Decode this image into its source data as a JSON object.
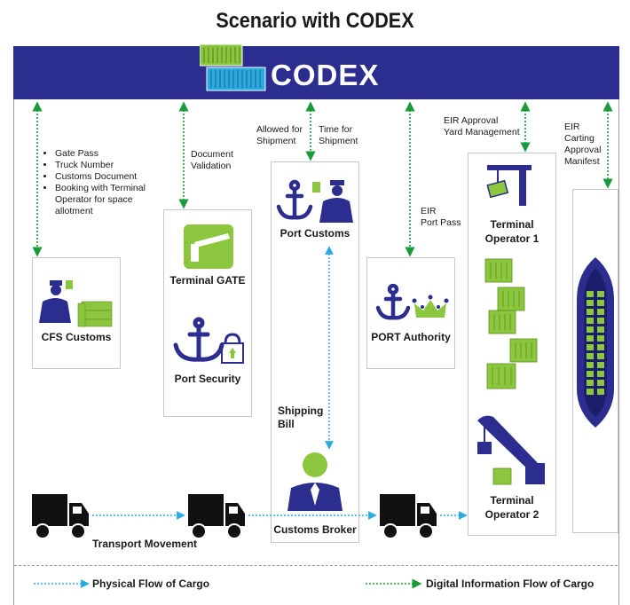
{
  "title": "Scenario with CODEX",
  "banner": {
    "logo_text": "CODEX"
  },
  "nodes": {
    "cfs_customs": "CFS Customs",
    "terminal_gate": "Terminal GATE",
    "port_security": "Port Security",
    "port_customs": "Port Customs",
    "port_authority": "PORT Authority",
    "terminal_operator_1_line1": "Terminal",
    "terminal_operator_1_line2": "Operator  1",
    "terminal_operator_2_line1": "Terminal",
    "terminal_operator_2_line2": "Operator  2",
    "customs_broker": "Customs Broker"
  },
  "notes": {
    "cfs_list": [
      "Gate Pass",
      "Truck Number",
      "Customs Document",
      "Booking with Terminal Operator for space allotment"
    ],
    "document_validation": [
      "Document",
      "Validation"
    ],
    "allowed_for_shipment": [
      "Allowed for",
      "Shipment"
    ],
    "time_for_shipment": [
      "Time for",
      "Shipment"
    ],
    "eir_port_pass": [
      "EIR",
      "Port Pass"
    ],
    "eir_approval_yard": [
      "EIR Approval",
      "Yard Management"
    ],
    "eir_carting": [
      "EIR",
      "Carting",
      "Approval",
      "Manifest"
    ],
    "shipping_bill": [
      "Shipping",
      "Bill"
    ],
    "transport_movement": "Transport Movement"
  },
  "legend": {
    "physical": "Physical Flow of Cargo",
    "digital": "Digital Information Flow of Cargo"
  },
  "colors": {
    "navy": "#2b2e8f",
    "green": "#8cc63f",
    "light_blue": "#29abe2",
    "dark_green": "#1a9a3a",
    "black": "#111111"
  }
}
